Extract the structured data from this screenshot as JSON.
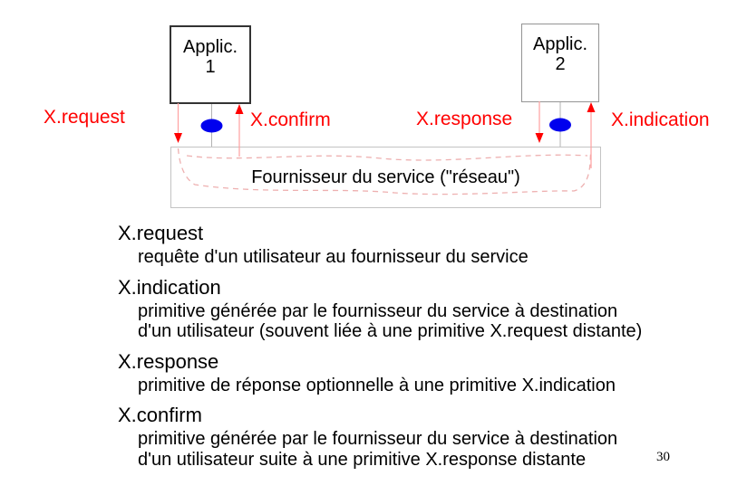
{
  "slide": {
    "applications": [
      {
        "line1": "Applic.",
        "line2": "1"
      },
      {
        "line1": "Applic.",
        "line2": "2"
      }
    ],
    "provider_label": "Fournisseur du service (\"réseau\")",
    "primitive_labels": {
      "request": "X.request",
      "confirm": "X.confirm",
      "response": "X.response",
      "indication": "X.indication"
    },
    "definitions": [
      {
        "term": "X.request",
        "lines": [
          "requête d'un utilisateur au fournisseur du service"
        ]
      },
      {
        "term": "X.indication",
        "lines": [
          "primitive générée par le fournisseur du service à destination",
          "d'un utilisateur (souvent liée à une primitive X.request distante)"
        ]
      },
      {
        "term": "X.response",
        "lines": [
          "primitive de réponse optionnelle à une primitive X.indication"
        ]
      },
      {
        "term": "X.confirm",
        "lines": [
          "primitive générée par le fournisseur du service à destination",
          "d'un utilisateur suite à une primitive X.response distante"
        ]
      }
    ],
    "page_number": "30",
    "colors": {
      "primitive_label": "#ff0000",
      "arrow_head": "#ff0000",
      "arrow_line": "#ffa0a0",
      "network_path_dashed": "#eeb0b0",
      "sap_ellipse": "#0000ee",
      "connector_line": "#b3b3b3",
      "applic1_border": "#333333",
      "applic2_border": "#949494",
      "provider_border": "#c3c3c3"
    }
  }
}
